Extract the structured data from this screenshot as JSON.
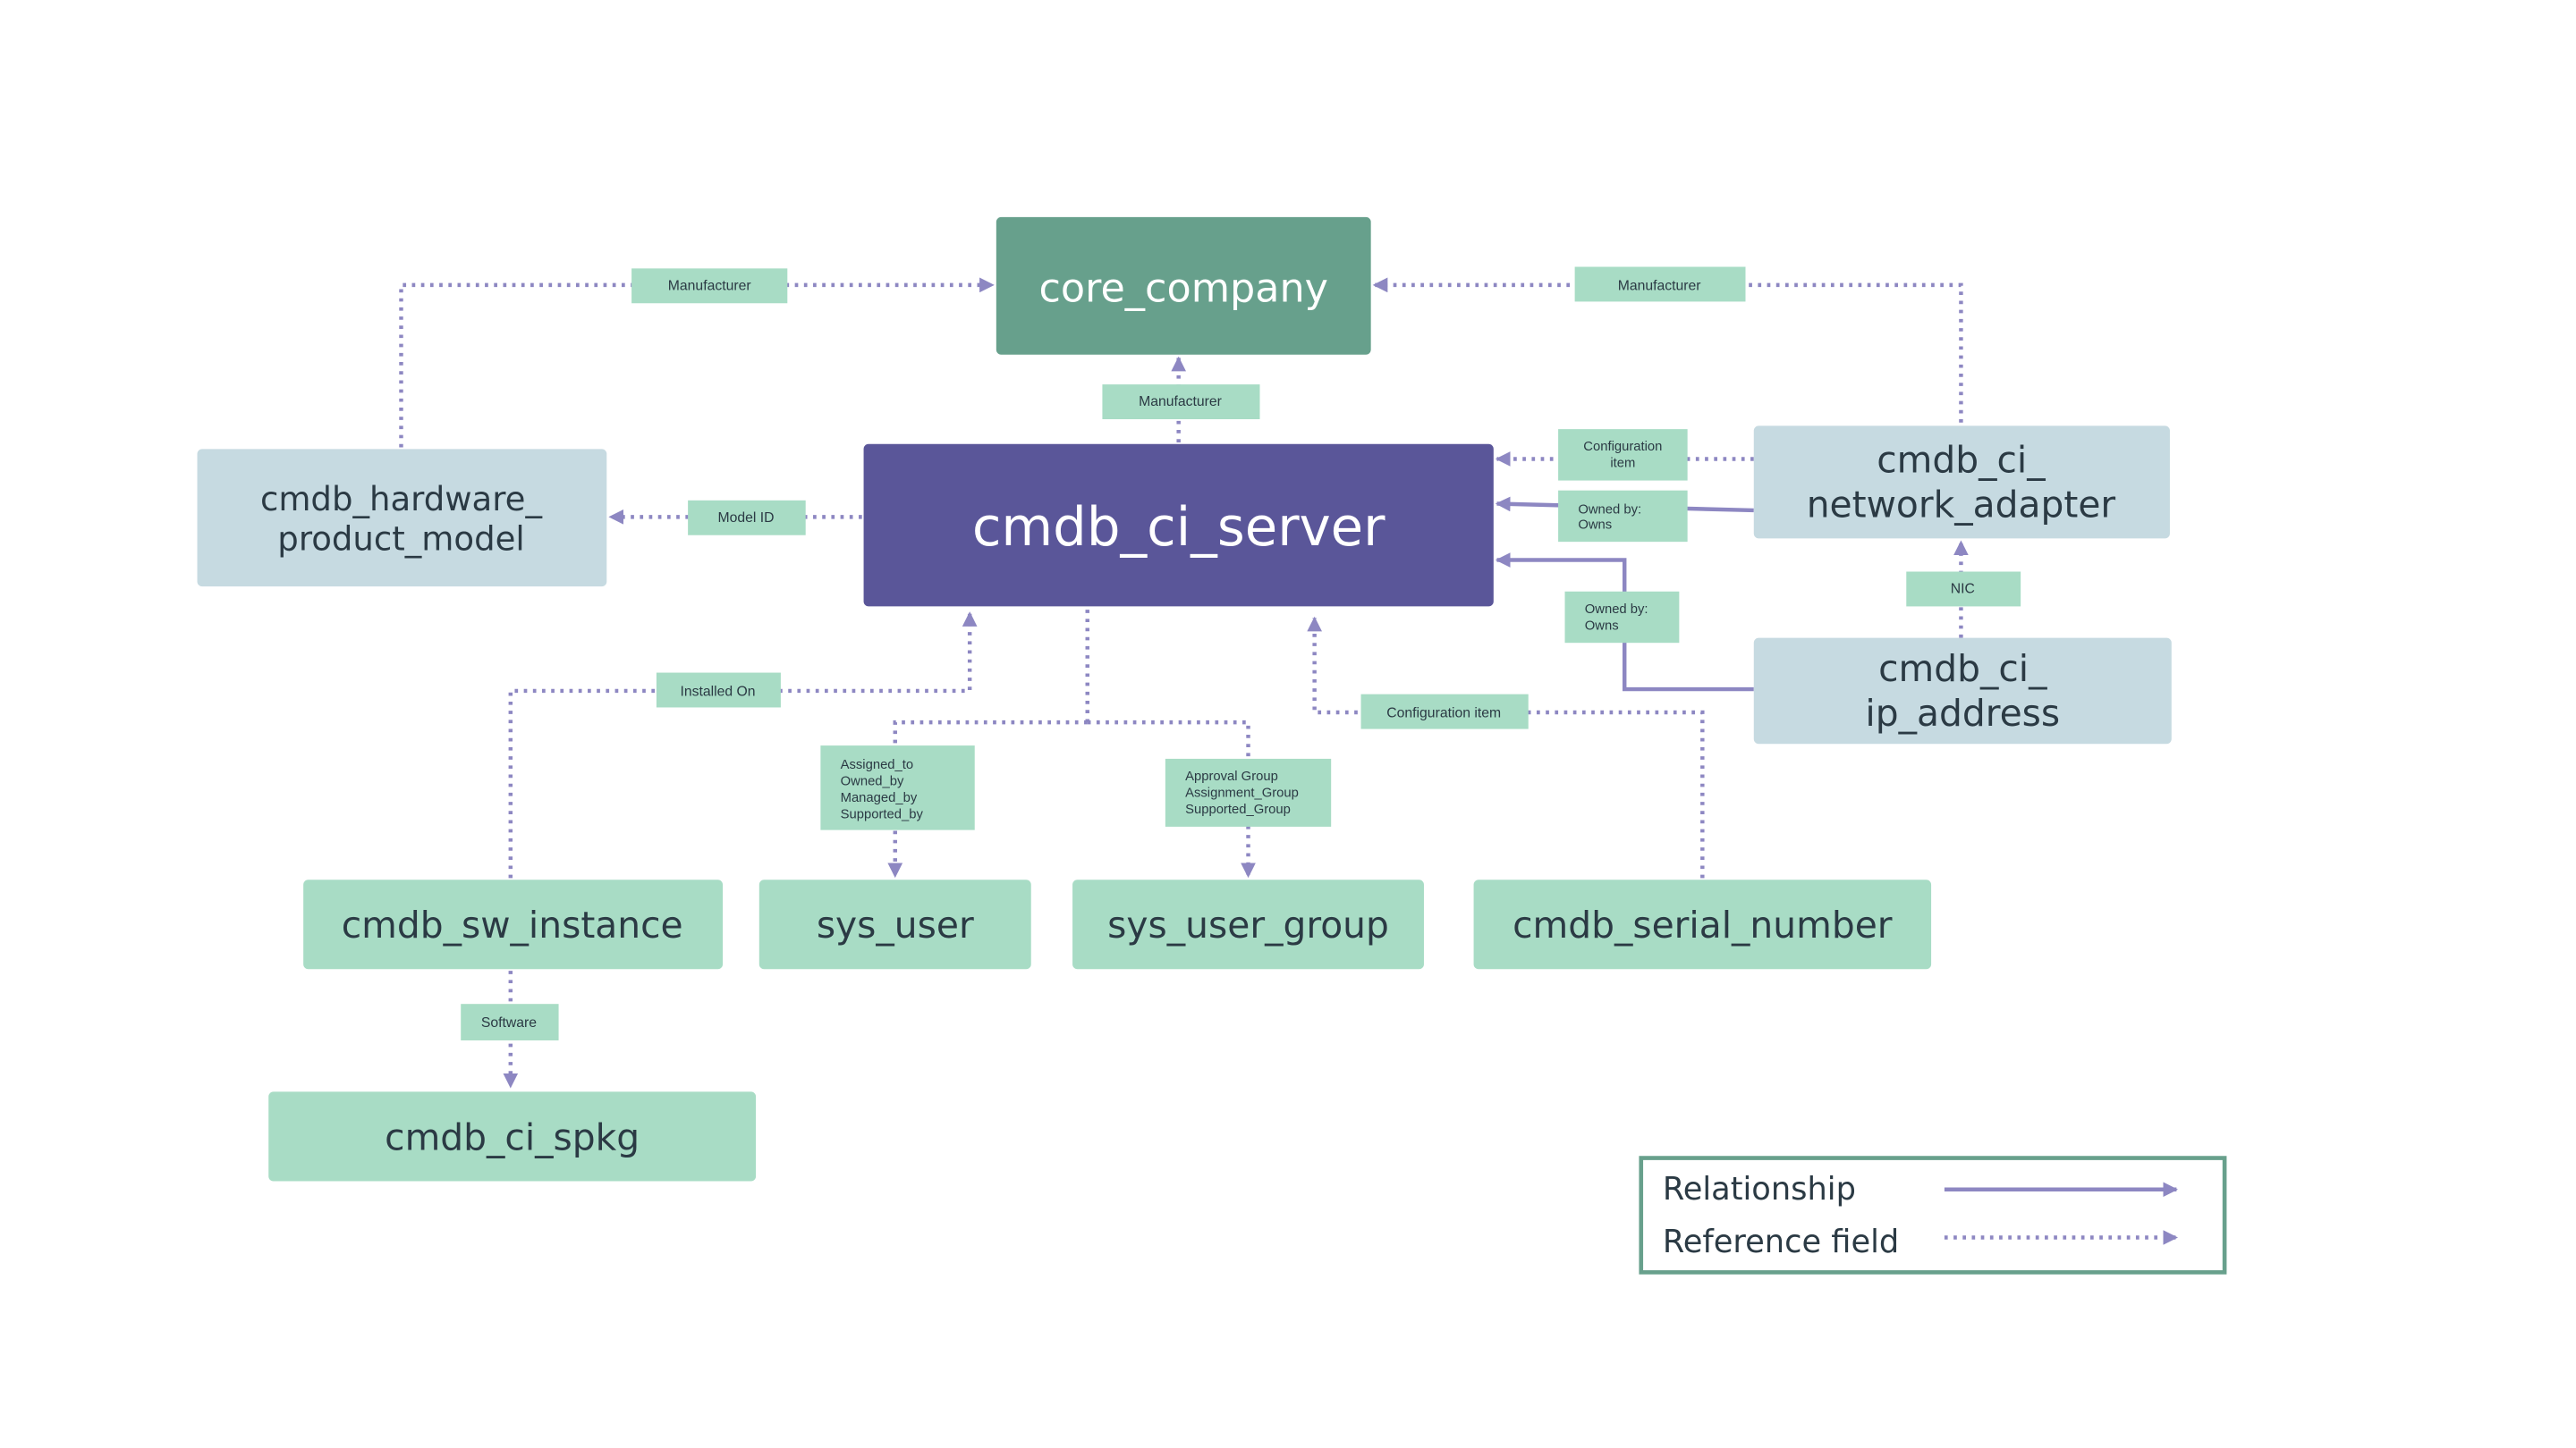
{
  "colors": {
    "accent_purple": "#5a5699",
    "edge": "#8d87c2",
    "teal_dark": "#67a08c",
    "mint": "#a8dcc5",
    "blue_grey": "#c6dae1",
    "legend_border": "#68a08c"
  },
  "nodes": {
    "core_company": "core_company",
    "cmdb_ci_server": "cmdb_ci_server",
    "hw_model_line1": "cmdb_hardware_",
    "hw_model_line2": "product_model",
    "net_adapter_line1": "cmdb_ci_",
    "net_adapter_line2": "network_adapter",
    "ip_address_line1": "cmdb_ci_",
    "ip_address_line2": "ip_address",
    "cmdb_sw_instance": "cmdb_sw_instance",
    "sys_user": "sys_user",
    "sys_user_group": "sys_user_group",
    "cmdb_serial_number": "cmdb_serial_number",
    "cmdb_ci_spkg": "cmdb_ci_spkg"
  },
  "edge_labels": {
    "manufacturer_left": "Manufacturer",
    "manufacturer_right": "Manufacturer",
    "manufacturer_center": "Manufacturer",
    "model_id": "Model ID",
    "configuration_item_top_1": "Configuration",
    "configuration_item_top_2": "item",
    "owned_by_owns_top_1": "Owned by:",
    "owned_by_owns_top_2": "Owns",
    "owned_by_owns_mid_1": "Owned by:",
    "owned_by_owns_mid_2": "Owns",
    "nic": "NIC",
    "installed_on": "Installed On",
    "configuration_item_bottom": "Configuration item",
    "user_refs": [
      "Assigned_to",
      "Owned_by",
      "Managed_by",
      "Supported_by"
    ],
    "group_refs": [
      "Approval Group",
      "Assignment_Group",
      "Supported_Group"
    ],
    "software": "Software"
  },
  "legend": {
    "relationship": "Relationship",
    "reference_field": "Reference field"
  }
}
